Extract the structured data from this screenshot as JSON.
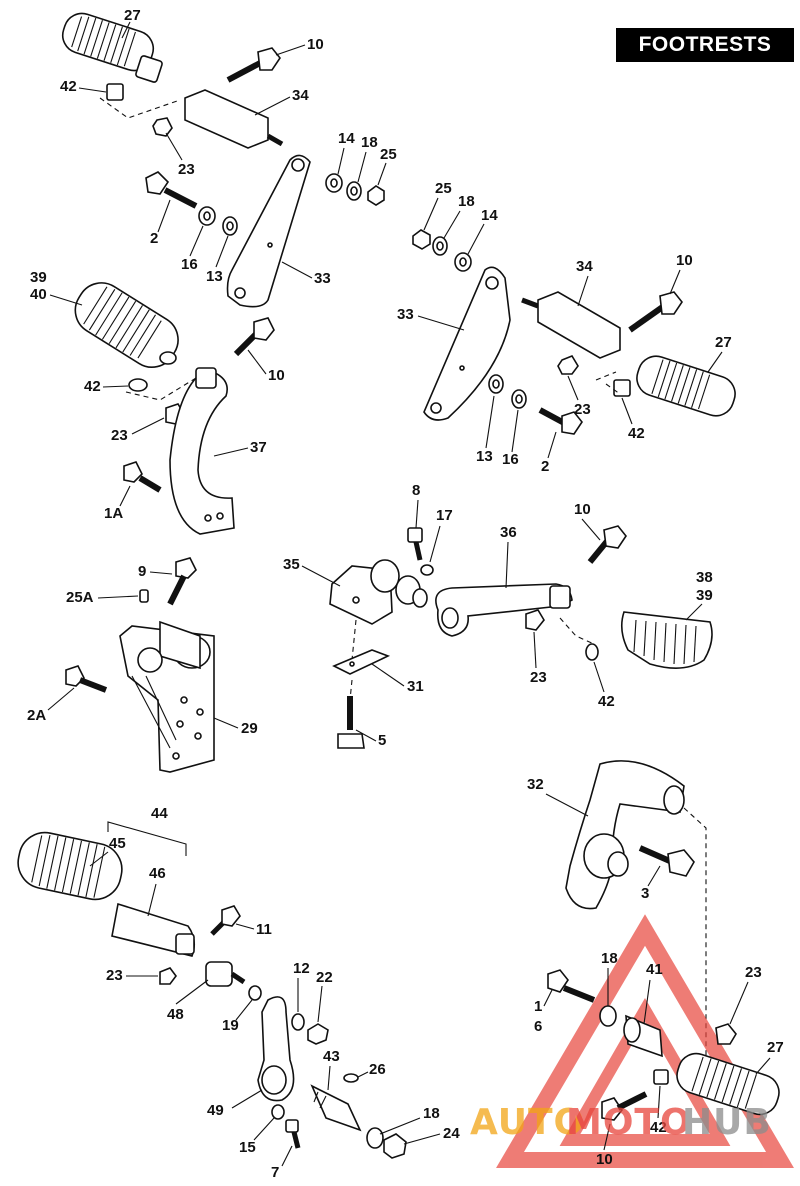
{
  "header": {
    "title": "FOOTRESTS"
  },
  "parts": {
    "p27_a": "27",
    "p10_a": "10",
    "p42_a": "42",
    "p34_a": "34",
    "p23_a": "23",
    "p14_a": "14",
    "p18_a": "18",
    "p25_a": "25",
    "p2_a": "2",
    "p16_a": "16",
    "p13_a": "13",
    "p33_a": "33",
    "p25_b": "25",
    "p18_b": "18",
    "p14_b": "14",
    "p34_b": "34",
    "p10_b": "10",
    "p33_b": "33",
    "p27_b": "27",
    "p23_b": "23",
    "p42_b": "42",
    "p13_b": "13",
    "p16_b": "16",
    "p2_b": "2",
    "p39_a": "39",
    "p40_a": "40",
    "p10_c": "10",
    "p42_c": "42",
    "p23_c": "23",
    "p37": "37",
    "p1A": "1A",
    "p8": "8",
    "p17": "17",
    "p36": "36",
    "p10_d": "10",
    "p35": "35",
    "p38": "38",
    "p39_b": "39",
    "p23_d": "23",
    "p42_d": "42",
    "p31": "31",
    "p5": "5",
    "p9": "9",
    "p25A": "25A",
    "p2A": "2A",
    "p29": "29",
    "p44": "44",
    "p45": "45",
    "p46": "46",
    "p11": "11",
    "p23_e": "23",
    "p48": "48",
    "p19": "19",
    "p12": "12",
    "p22": "22",
    "p43": "43",
    "p26": "26",
    "p49": "49",
    "p15": "15",
    "p7": "7",
    "p18_c": "18",
    "p24": "24",
    "p32": "32",
    "p3": "3",
    "p18_d": "18",
    "p41": "41",
    "p23_f": "23",
    "p1": "1",
    "p6": "6",
    "p27_c": "27",
    "p42_e": "42",
    "p10_e": "10"
  },
  "watermark": {
    "part1": "AUTO",
    "part2": "MOTO",
    "part3": "HUB"
  },
  "colors": {
    "ink": "#111111",
    "watermark_red": "#e8453c",
    "watermark_orange": "#f2a516",
    "watermark_gray": "#8c8c8c"
  }
}
